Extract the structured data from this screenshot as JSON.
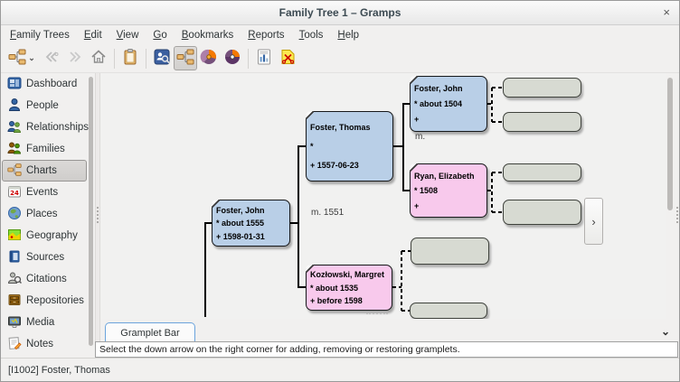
{
  "window": {
    "title": "Family Tree 1 – Gramps"
  },
  "icons": {
    "close": "×",
    "chevron_down": "⌄",
    "nav_next": "›"
  },
  "menubar": {
    "items": [
      {
        "label": "Family Trees"
      },
      {
        "label": "Edit"
      },
      {
        "label": "View"
      },
      {
        "label": "Go"
      },
      {
        "label": "Bookmarks"
      },
      {
        "label": "Reports"
      },
      {
        "label": "Tools"
      },
      {
        "label": "Help"
      }
    ]
  },
  "sidebar": {
    "items": [
      {
        "label": "Dashboard"
      },
      {
        "label": "People"
      },
      {
        "label": "Relationships"
      },
      {
        "label": "Families"
      },
      {
        "label": "Charts",
        "selected": true
      },
      {
        "label": "Events"
      },
      {
        "label": "Places"
      },
      {
        "label": "Geography"
      },
      {
        "label": "Sources"
      },
      {
        "label": "Citations"
      },
      {
        "label": "Repositories"
      },
      {
        "label": "Media"
      },
      {
        "label": "Notes"
      }
    ]
  },
  "chart": {
    "type": "pedigree",
    "people": [
      {
        "name": "Foster, John",
        "birth": "* about 1555",
        "death": "+ 1598-01-31",
        "gender": "male"
      },
      {
        "name": "Foster, Thomas",
        "birth": "*",
        "death": "+ 1557-06-23",
        "gender": "male"
      },
      {
        "name": "Kozłowski, Margret",
        "birth": "* about 1535",
        "death": "+ before 1598",
        "gender": "female"
      },
      {
        "name": "Foster, John",
        "birth": "* about 1504",
        "death": "+",
        "gender": "male"
      },
      {
        "name": "Ryan, Elizabeth",
        "birth": "* 1508",
        "death": "+",
        "gender": "female"
      }
    ],
    "marriage_labels": {
      "thomas_kozlowski": "m. 1551",
      "john_ryan": "m."
    },
    "colors": {
      "male_box": "#b9cfe7",
      "female_box": "#f8c9ec",
      "empty_slot": "#d7dad2"
    }
  },
  "gramplet_bar": {
    "tab_label": "Gramplet Bar",
    "message": "Select the down arrow on the right corner for adding, removing or restoring gramplets."
  },
  "statusbar": {
    "text": "[I1002] Foster, Thomas"
  }
}
